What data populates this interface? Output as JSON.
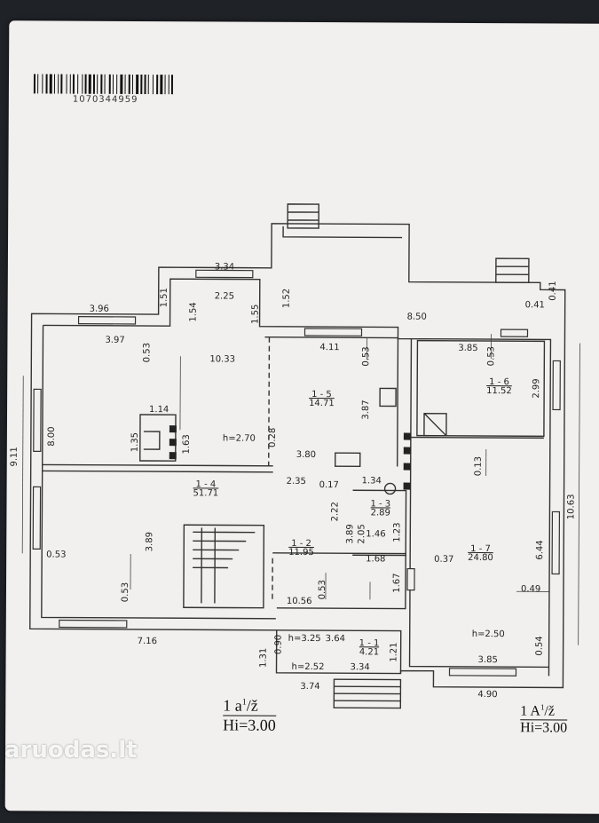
{
  "barcode_number": "1070344959",
  "labels": {
    "d334": "3.34",
    "d151": "1.51",
    "d225": "2.25",
    "d152": "1.52",
    "d041a": "0.41",
    "d041b": "0.41",
    "d396": "3.96",
    "d154": "1.54",
    "d155": "1.55",
    "d850": "8.50",
    "d397": "3.97",
    "d053a": "0.53",
    "d1033": "10.33",
    "d411": "4.11",
    "d053b": "0.53",
    "d385a": "3.85",
    "d053c": "0.53",
    "d387": "3.87",
    "d299": "2.99",
    "d114": "1.14",
    "d135": "1.35",
    "d163": "1.63",
    "h270": "h=2.70",
    "d028": "0.28",
    "d800": "8.00",
    "d911": "9.11",
    "d380": "3.80",
    "d013": "0.13",
    "d235": "2.35",
    "d017": "0.17",
    "d134": "1.34",
    "d222": "2.22",
    "d205": "2.05",
    "d146": "1.46",
    "d123": "1.23",
    "d1063": "10.63",
    "d053d": "0.53",
    "d389a": "3.89",
    "d389b": "3.89",
    "d168": "1.68",
    "d037": "0.37",
    "d644": "6.44",
    "d167": "1.67",
    "d053e": "0.53",
    "d049": "0.49",
    "d1056": "10.56",
    "h250": "h=2.50",
    "d716": "7.16",
    "d090": "0.90",
    "h325": "h=3.25",
    "d364": "3.64",
    "d131": "1.31",
    "d121": "1.21",
    "h252": "h=2.52",
    "d334b": "3.34",
    "d054": "0.54",
    "d385b": "3.85",
    "d374": "3.74",
    "d490": "4.90"
  },
  "rooms": [
    {
      "id": "1 - 5",
      "area": "14.71"
    },
    {
      "id": "1 - 6",
      "area": "11.52"
    },
    {
      "id": "1 - 4",
      "area": "51.71"
    },
    {
      "id": "1 - 3",
      "area": "2.89"
    },
    {
      "id": "1 - 2",
      "area": "11.95"
    },
    {
      "id": "1 - 7",
      "area": "24.80"
    },
    {
      "id": "1 - 1",
      "area": "4.21"
    }
  ],
  "title_left": {
    "line1": "1 a",
    "sup": "1",
    "line1_end": "/ž",
    "line2": "Hi=3.00"
  },
  "title_right": {
    "line1": "1 A",
    "sup": "1",
    "line1_end": "/ž",
    "line2": "Hi=3.00"
  },
  "watermark": "aruodas.lt"
}
